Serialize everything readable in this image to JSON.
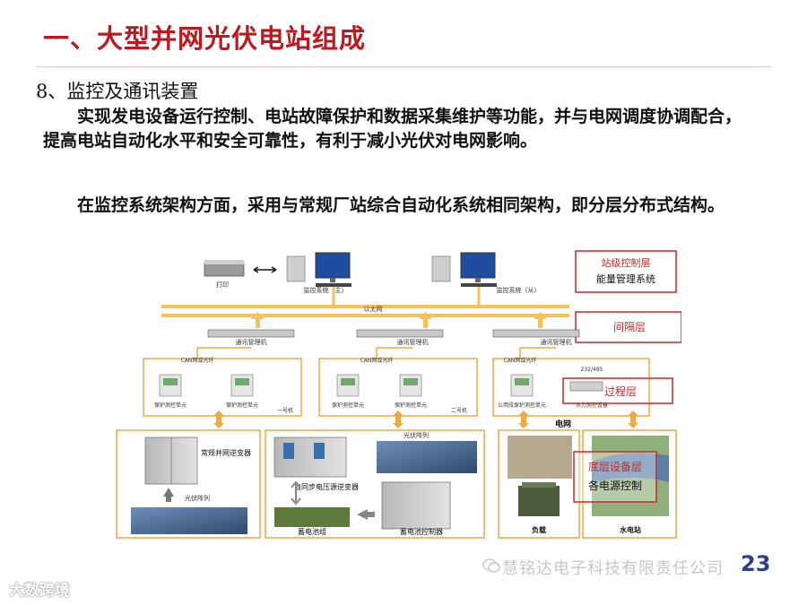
{
  "slide": {
    "title": "一、大型并网光伏电站组成",
    "subtitle": "8、监控及通讯装置",
    "para1": "　　实现发电设备运行控制、电站故障保护和数据采集维护等功能，并与电网调度协调配合，提高电站自动化水平和安全可靠性，有利于减小光伏对电网影响。",
    "para2": "　　在监控系统架构方面，采用与常规厂站综合自动化系统相同架构，即分层分布式结构。",
    "page_number": "23"
  },
  "diagram": {
    "printer": "打印",
    "monitor_main": "监控系统（主）",
    "monitor_slave": "监控系统（从）",
    "ethernet": "以太网",
    "comm_manager": "通讯管理机",
    "can_fiber": "CAN网或光纤",
    "can_fiber_short": "CAN网或光纤",
    "rs232_485": "232/485",
    "protect_unit": "保护测控单元",
    "unit_1": "一号机",
    "unit_2": "二号机",
    "common_unit": "公用段保护测控单元",
    "hydro_device": "水力测控设备",
    "grid": "电网",
    "inverter_grid": "常规并网逆变器",
    "pv_array": "光伏阵列",
    "pv_array2": "光伏阵列",
    "sync_inverter": "自同步电压源逆变器",
    "battery_group": "蓄电池组",
    "battery_controller": "蓄电池控制器",
    "load": "负载",
    "hydro_station": "水电站",
    "layer_station": "站级控制层",
    "energy_mgmt": "能量管理系统",
    "layer_bay": "间隔层",
    "layer_process": "过程层",
    "layer_base": "底层设备层",
    "power_control": "各电源控制"
  },
  "footer": {
    "watermark": "慧铭达电子科技有限责任公司",
    "brand": "大数跨境"
  },
  "colors": {
    "title": "#c0181e",
    "bus": "#f5c35a",
    "box_border": "#f0a940",
    "layer_border": "#c42a2a",
    "layer_text": "#c42a2a"
  }
}
